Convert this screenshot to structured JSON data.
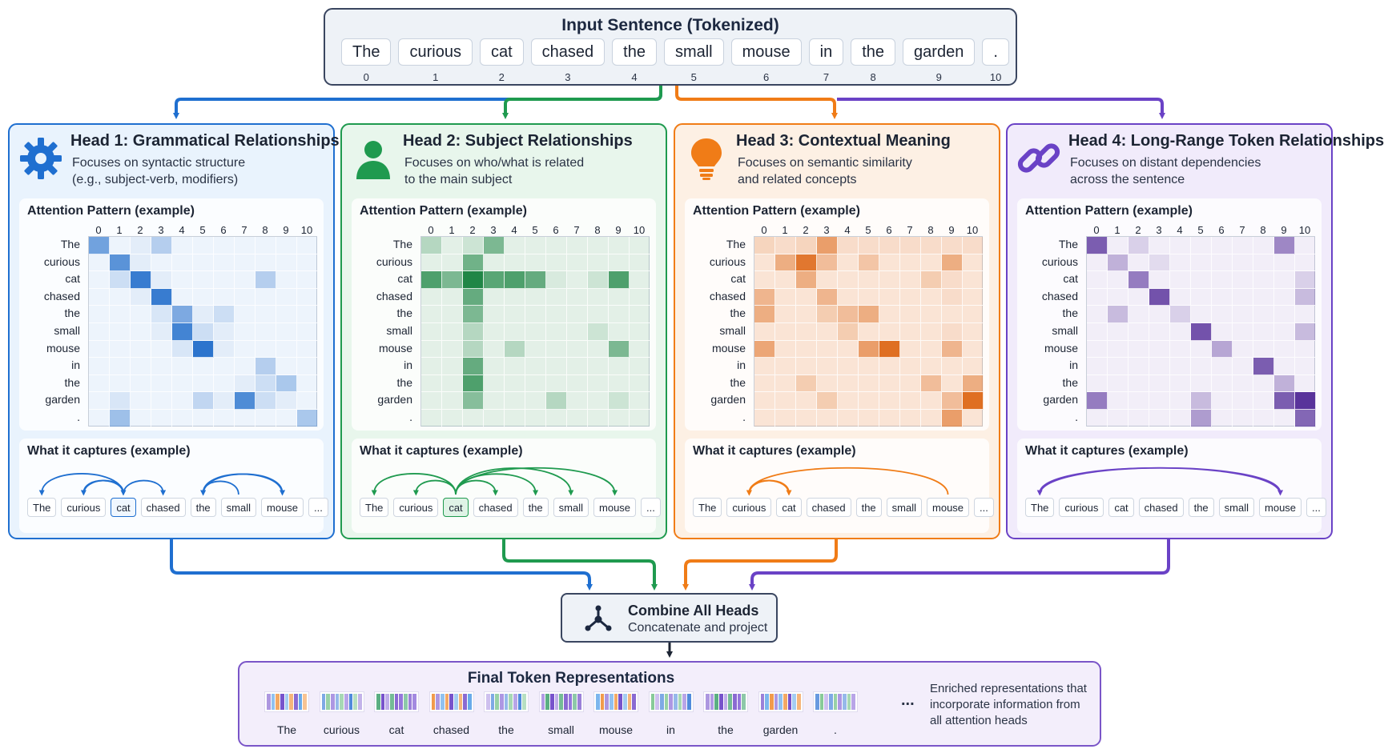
{
  "input": {
    "title": "Input Sentence (Tokenized)",
    "tokens": [
      {
        "text": "The",
        "index": "0"
      },
      {
        "text": "curious",
        "index": "1"
      },
      {
        "text": "cat",
        "index": "2"
      },
      {
        "text": "chased",
        "index": "3"
      },
      {
        "text": "the",
        "index": "4"
      },
      {
        "text": "small",
        "index": "5"
      },
      {
        "text": "mouse",
        "index": "6"
      },
      {
        "text": "in",
        "index": "7"
      },
      {
        "text": "the",
        "index": "8"
      },
      {
        "text": "garden",
        "index": "9"
      },
      {
        "text": ".",
        "index": "10"
      }
    ]
  },
  "row_labels": [
    "The",
    "curious",
    "cat",
    "chased",
    "the",
    "small",
    "mouse",
    "in",
    "the",
    "garden",
    "."
  ],
  "col_labels": [
    "0",
    "1",
    "2",
    "3",
    "4",
    "5",
    "6",
    "7",
    "8",
    "9",
    "10"
  ],
  "heads": [
    {
      "title": "Head 1: Grammatical Relationships",
      "description": [
        "Focuses on syntactic structure",
        "(e.g., subject-verb, modifiers)"
      ],
      "icon": "gear-icon",
      "color": "#1f6fd0",
      "rgb": [
        21,
        101,
        200
      ],
      "pattern_title": "Attention Pattern (example)",
      "captures_title": "What it captures (example)",
      "captures_tokens": [
        "The",
        "curious",
        "cat",
        "chased",
        "the",
        "small",
        "mouse",
        "..."
      ],
      "highlight": 2,
      "weights": [
        [
          0.6,
          0.05,
          0.1,
          0.3,
          0.05,
          0.05,
          0.05,
          0.05,
          0.05,
          0.05,
          0.05
        ],
        [
          0.05,
          0.7,
          0.1,
          0.05,
          0.05,
          0.05,
          0.05,
          0.05,
          0.05,
          0.05,
          0.05
        ],
        [
          0.05,
          0.2,
          0.85,
          0.1,
          0.05,
          0.05,
          0.05,
          0.05,
          0.3,
          0.05,
          0.05
        ],
        [
          0.05,
          0.05,
          0.1,
          0.85,
          0.05,
          0.05,
          0.05,
          0.05,
          0.05,
          0.05,
          0.05
        ],
        [
          0.05,
          0.05,
          0.05,
          0.15,
          0.55,
          0.1,
          0.2,
          0.05,
          0.05,
          0.05,
          0.05
        ],
        [
          0.05,
          0.05,
          0.05,
          0.1,
          0.8,
          0.2,
          0.1,
          0.05,
          0.05,
          0.05,
          0.05
        ],
        [
          0.05,
          0.05,
          0.05,
          0.05,
          0.15,
          0.9,
          0.1,
          0.05,
          0.05,
          0.05,
          0.05
        ],
        [
          0.05,
          0.05,
          0.05,
          0.05,
          0.05,
          0.05,
          0.05,
          0.05,
          0.3,
          0.05,
          0.05
        ],
        [
          0.05,
          0.05,
          0.05,
          0.05,
          0.05,
          0.05,
          0.05,
          0.1,
          0.2,
          0.35,
          0.05
        ],
        [
          0.05,
          0.15,
          0.05,
          0.05,
          0.05,
          0.25,
          0.1,
          0.75,
          0.2,
          0.1,
          0.05
        ],
        [
          0.05,
          0.4,
          0.05,
          0.05,
          0.05,
          0.05,
          0.05,
          0.05,
          0.05,
          0.05,
          0.35
        ]
      ],
      "arcs": [
        [
          2,
          0
        ],
        [
          2,
          1
        ],
        [
          1,
          2
        ],
        [
          2,
          3
        ],
        [
          5,
          4
        ],
        [
          6,
          4
        ],
        [
          4,
          6
        ]
      ]
    },
    {
      "title": "Head 2: Subject Relationships",
      "description": [
        "Focuses on who/what is related",
        "to the main subject"
      ],
      "icon": "person-icon",
      "color": "#1f9a4f",
      "rgb": [
        20,
        128,
        60
      ],
      "pattern_title": "Attention Pattern (example)",
      "captures_title": "What it captures (example)",
      "captures_tokens": [
        "The",
        "curious",
        "cat",
        "chased",
        "the",
        "small",
        "mouse",
        "..."
      ],
      "highlight": 2,
      "weights": [
        [
          0.3,
          0.1,
          0.2,
          0.55,
          0.1,
          0.1,
          0.1,
          0.1,
          0.1,
          0.1,
          0.1
        ],
        [
          0.1,
          0.1,
          0.6,
          0.1,
          0.1,
          0.1,
          0.1,
          0.1,
          0.1,
          0.1,
          0.1
        ],
        [
          0.75,
          0.55,
          0.95,
          0.7,
          0.75,
          0.65,
          0.15,
          0.1,
          0.2,
          0.75,
          0.1
        ],
        [
          0.1,
          0.1,
          0.65,
          0.1,
          0.1,
          0.1,
          0.1,
          0.1,
          0.1,
          0.1,
          0.1
        ],
        [
          0.1,
          0.1,
          0.55,
          0.1,
          0.1,
          0.1,
          0.1,
          0.1,
          0.1,
          0.1,
          0.1
        ],
        [
          0.1,
          0.1,
          0.3,
          0.1,
          0.1,
          0.1,
          0.1,
          0.1,
          0.2,
          0.1,
          0.1
        ],
        [
          0.1,
          0.1,
          0.3,
          0.1,
          0.3,
          0.1,
          0.1,
          0.1,
          0.1,
          0.55,
          0.1
        ],
        [
          0.1,
          0.1,
          0.65,
          0.1,
          0.1,
          0.1,
          0.1,
          0.1,
          0.1,
          0.1,
          0.1
        ],
        [
          0.1,
          0.1,
          0.75,
          0.1,
          0.1,
          0.1,
          0.1,
          0.1,
          0.1,
          0.1,
          0.1
        ],
        [
          0.1,
          0.1,
          0.5,
          0.1,
          0.1,
          0.1,
          0.3,
          0.1,
          0.1,
          0.2,
          0.1
        ],
        [
          0.1,
          0.1,
          0.1,
          0.1,
          0.1,
          0.1,
          0.1,
          0.1,
          0.1,
          0.1,
          0.1
        ]
      ],
      "arcs": [
        [
          2,
          0
        ],
        [
          2,
          1
        ],
        [
          2,
          3
        ],
        [
          2,
          4
        ],
        [
          2,
          5
        ],
        [
          2,
          6
        ]
      ]
    },
    {
      "title": "Head 3: Contextual Meaning",
      "description": [
        "Focuses on semantic similarity",
        "and related concepts"
      ],
      "icon": "lightbulb-icon",
      "color": "#f07c17",
      "rgb": [
        220,
        95,
        10
      ],
      "pattern_title": "Attention Pattern (example)",
      "captures_title": "What it captures (example)",
      "captures_tokens": [
        "The",
        "curious",
        "cat",
        "chased",
        "the",
        "small",
        "mouse",
        "..."
      ],
      "highlight": -1,
      "weights": [
        [
          0.25,
          0.2,
          0.25,
          0.6,
          0.2,
          0.2,
          0.2,
          0.2,
          0.2,
          0.2,
          0.2
        ],
        [
          0.15,
          0.5,
          0.85,
          0.4,
          0.15,
          0.35,
          0.15,
          0.15,
          0.15,
          0.5,
          0.15
        ],
        [
          0.15,
          0.15,
          0.5,
          0.15,
          0.15,
          0.15,
          0.15,
          0.15,
          0.3,
          0.2,
          0.15
        ],
        [
          0.45,
          0.15,
          0.15,
          0.45,
          0.15,
          0.15,
          0.15,
          0.15,
          0.15,
          0.2,
          0.15
        ],
        [
          0.5,
          0.15,
          0.15,
          0.3,
          0.4,
          0.5,
          0.15,
          0.15,
          0.15,
          0.15,
          0.15
        ],
        [
          0.15,
          0.15,
          0.15,
          0.15,
          0.3,
          0.15,
          0.15,
          0.15,
          0.15,
          0.2,
          0.15
        ],
        [
          0.55,
          0.15,
          0.15,
          0.15,
          0.15,
          0.6,
          0.9,
          0.15,
          0.15,
          0.45,
          0.15
        ],
        [
          0.15,
          0.15,
          0.15,
          0.15,
          0.15,
          0.15,
          0.15,
          0.15,
          0.15,
          0.15,
          0.15
        ],
        [
          0.15,
          0.15,
          0.3,
          0.15,
          0.15,
          0.15,
          0.15,
          0.15,
          0.4,
          0.15,
          0.5
        ],
        [
          0.15,
          0.15,
          0.15,
          0.3,
          0.15,
          0.15,
          0.15,
          0.15,
          0.15,
          0.4,
          0.9
        ],
        [
          0.15,
          0.15,
          0.15,
          0.15,
          0.15,
          0.15,
          0.15,
          0.15,
          0.15,
          0.6,
          0.15
        ]
      ],
      "arcs": [
        [
          6,
          1
        ],
        [
          1,
          2
        ],
        [
          2,
          1
        ]
      ]
    },
    {
      "title": "Head 4: Long-Range Token Relationships",
      "description": [
        "Focuses on distant dependencies",
        "across the sentence"
      ],
      "icon": "link-icon",
      "color": "#6a42c6",
      "rgb": [
        80,
        40,
        150
      ],
      "pattern_title": "Attention Pattern (example)",
      "captures_title": "What it captures (example)",
      "captures_tokens": [
        "The",
        "curious",
        "cat",
        "chased",
        "the",
        "small",
        "mouse",
        "..."
      ],
      "highlight": -1,
      "weights": [
        [
          0.75,
          0.05,
          0.2,
          0.05,
          0.05,
          0.05,
          0.05,
          0.05,
          0.05,
          0.55,
          0.05
        ],
        [
          0.05,
          0.35,
          0.05,
          0.15,
          0.05,
          0.05,
          0.05,
          0.05,
          0.05,
          0.05,
          0.05
        ],
        [
          0.05,
          0.05,
          0.6,
          0.05,
          0.05,
          0.05,
          0.05,
          0.05,
          0.05,
          0.05,
          0.2
        ],
        [
          0.05,
          0.05,
          0.05,
          0.8,
          0.05,
          0.05,
          0.05,
          0.05,
          0.05,
          0.05,
          0.3
        ],
        [
          0.05,
          0.3,
          0.05,
          0.05,
          0.2,
          0.05,
          0.05,
          0.05,
          0.05,
          0.05,
          0.05
        ],
        [
          0.05,
          0.05,
          0.05,
          0.05,
          0.05,
          0.8,
          0.05,
          0.05,
          0.05,
          0.05,
          0.3
        ],
        [
          0.05,
          0.05,
          0.05,
          0.05,
          0.05,
          0.05,
          0.4,
          0.05,
          0.05,
          0.05,
          0.05
        ],
        [
          0.05,
          0.05,
          0.05,
          0.05,
          0.05,
          0.05,
          0.05,
          0.05,
          0.75,
          0.05,
          0.05
        ],
        [
          0.05,
          0.05,
          0.05,
          0.05,
          0.05,
          0.05,
          0.05,
          0.05,
          0.05,
          0.35,
          0.05
        ],
        [
          0.6,
          0.05,
          0.05,
          0.05,
          0.05,
          0.3,
          0.05,
          0.05,
          0.05,
          0.75,
          0.95
        ],
        [
          0.05,
          0.05,
          0.05,
          0.05,
          0.05,
          0.45,
          0.05,
          0.05,
          0.05,
          0.05,
          0.7
        ]
      ],
      "arcs": [
        [
          0,
          6
        ],
        [
          6,
          0
        ]
      ]
    }
  ],
  "combine": {
    "title": "Combine All Heads",
    "subtitle": "Concatenate and project",
    "icon": "merge-icon"
  },
  "final": {
    "title": "Final Token Representations",
    "tokens": [
      "The",
      "curious",
      "cat",
      "chased",
      "the",
      "small",
      "mouse",
      "in",
      "the",
      "garden",
      "."
    ],
    "ellipsis": "...",
    "note": "Enriched representations that incorporate information from all attention heads"
  }
}
